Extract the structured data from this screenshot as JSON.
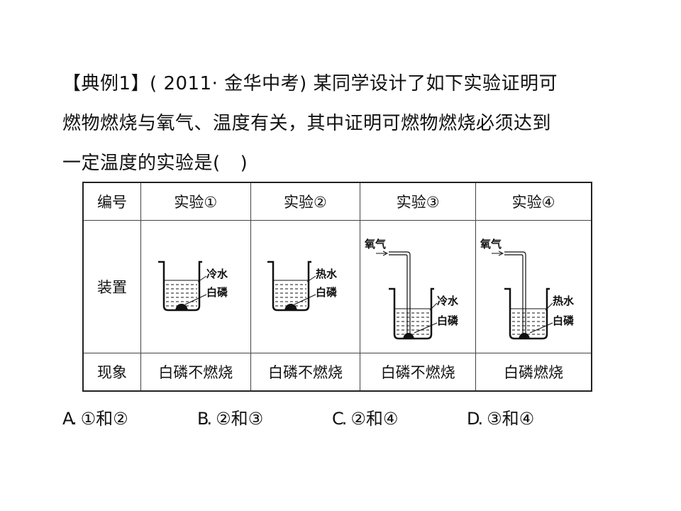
{
  "question": {
    "line1": "【典例1】( 2011· 金华中考) 某同学设计了如下实验证明可",
    "line2": "燃物燃烧与氧气、温度有关，其中证明可燃物燃烧必须达到",
    "line3_text": "一定温度的实验是(",
    "line3_close": ")"
  },
  "table": {
    "headers": [
      "编号",
      "实验①",
      "实验②",
      "实验③",
      "实验④"
    ],
    "setup_label": "装置",
    "observe_label": "现象",
    "observations": [
      "白磷不燃烧",
      "白磷不燃烧",
      "白磷不燃烧",
      "白磷燃烧"
    ],
    "apparatus": [
      {
        "water": "冷水",
        "phosphorus": "白磷"
      },
      {
        "water": "热水",
        "phosphorus": "白磷"
      },
      {
        "gas": "氧气",
        "water": "冷水",
        "phosphorus": "白磷"
      },
      {
        "gas": "氧气",
        "water": "热水",
        "phosphorus": "白磷"
      }
    ]
  },
  "options": [
    {
      "letter": "A.",
      "text": "①和②"
    },
    {
      "letter": "B.",
      "text": "②和③"
    },
    {
      "letter": "C.",
      "text": "②和④"
    },
    {
      "letter": "D.",
      "text": "③和④"
    }
  ]
}
